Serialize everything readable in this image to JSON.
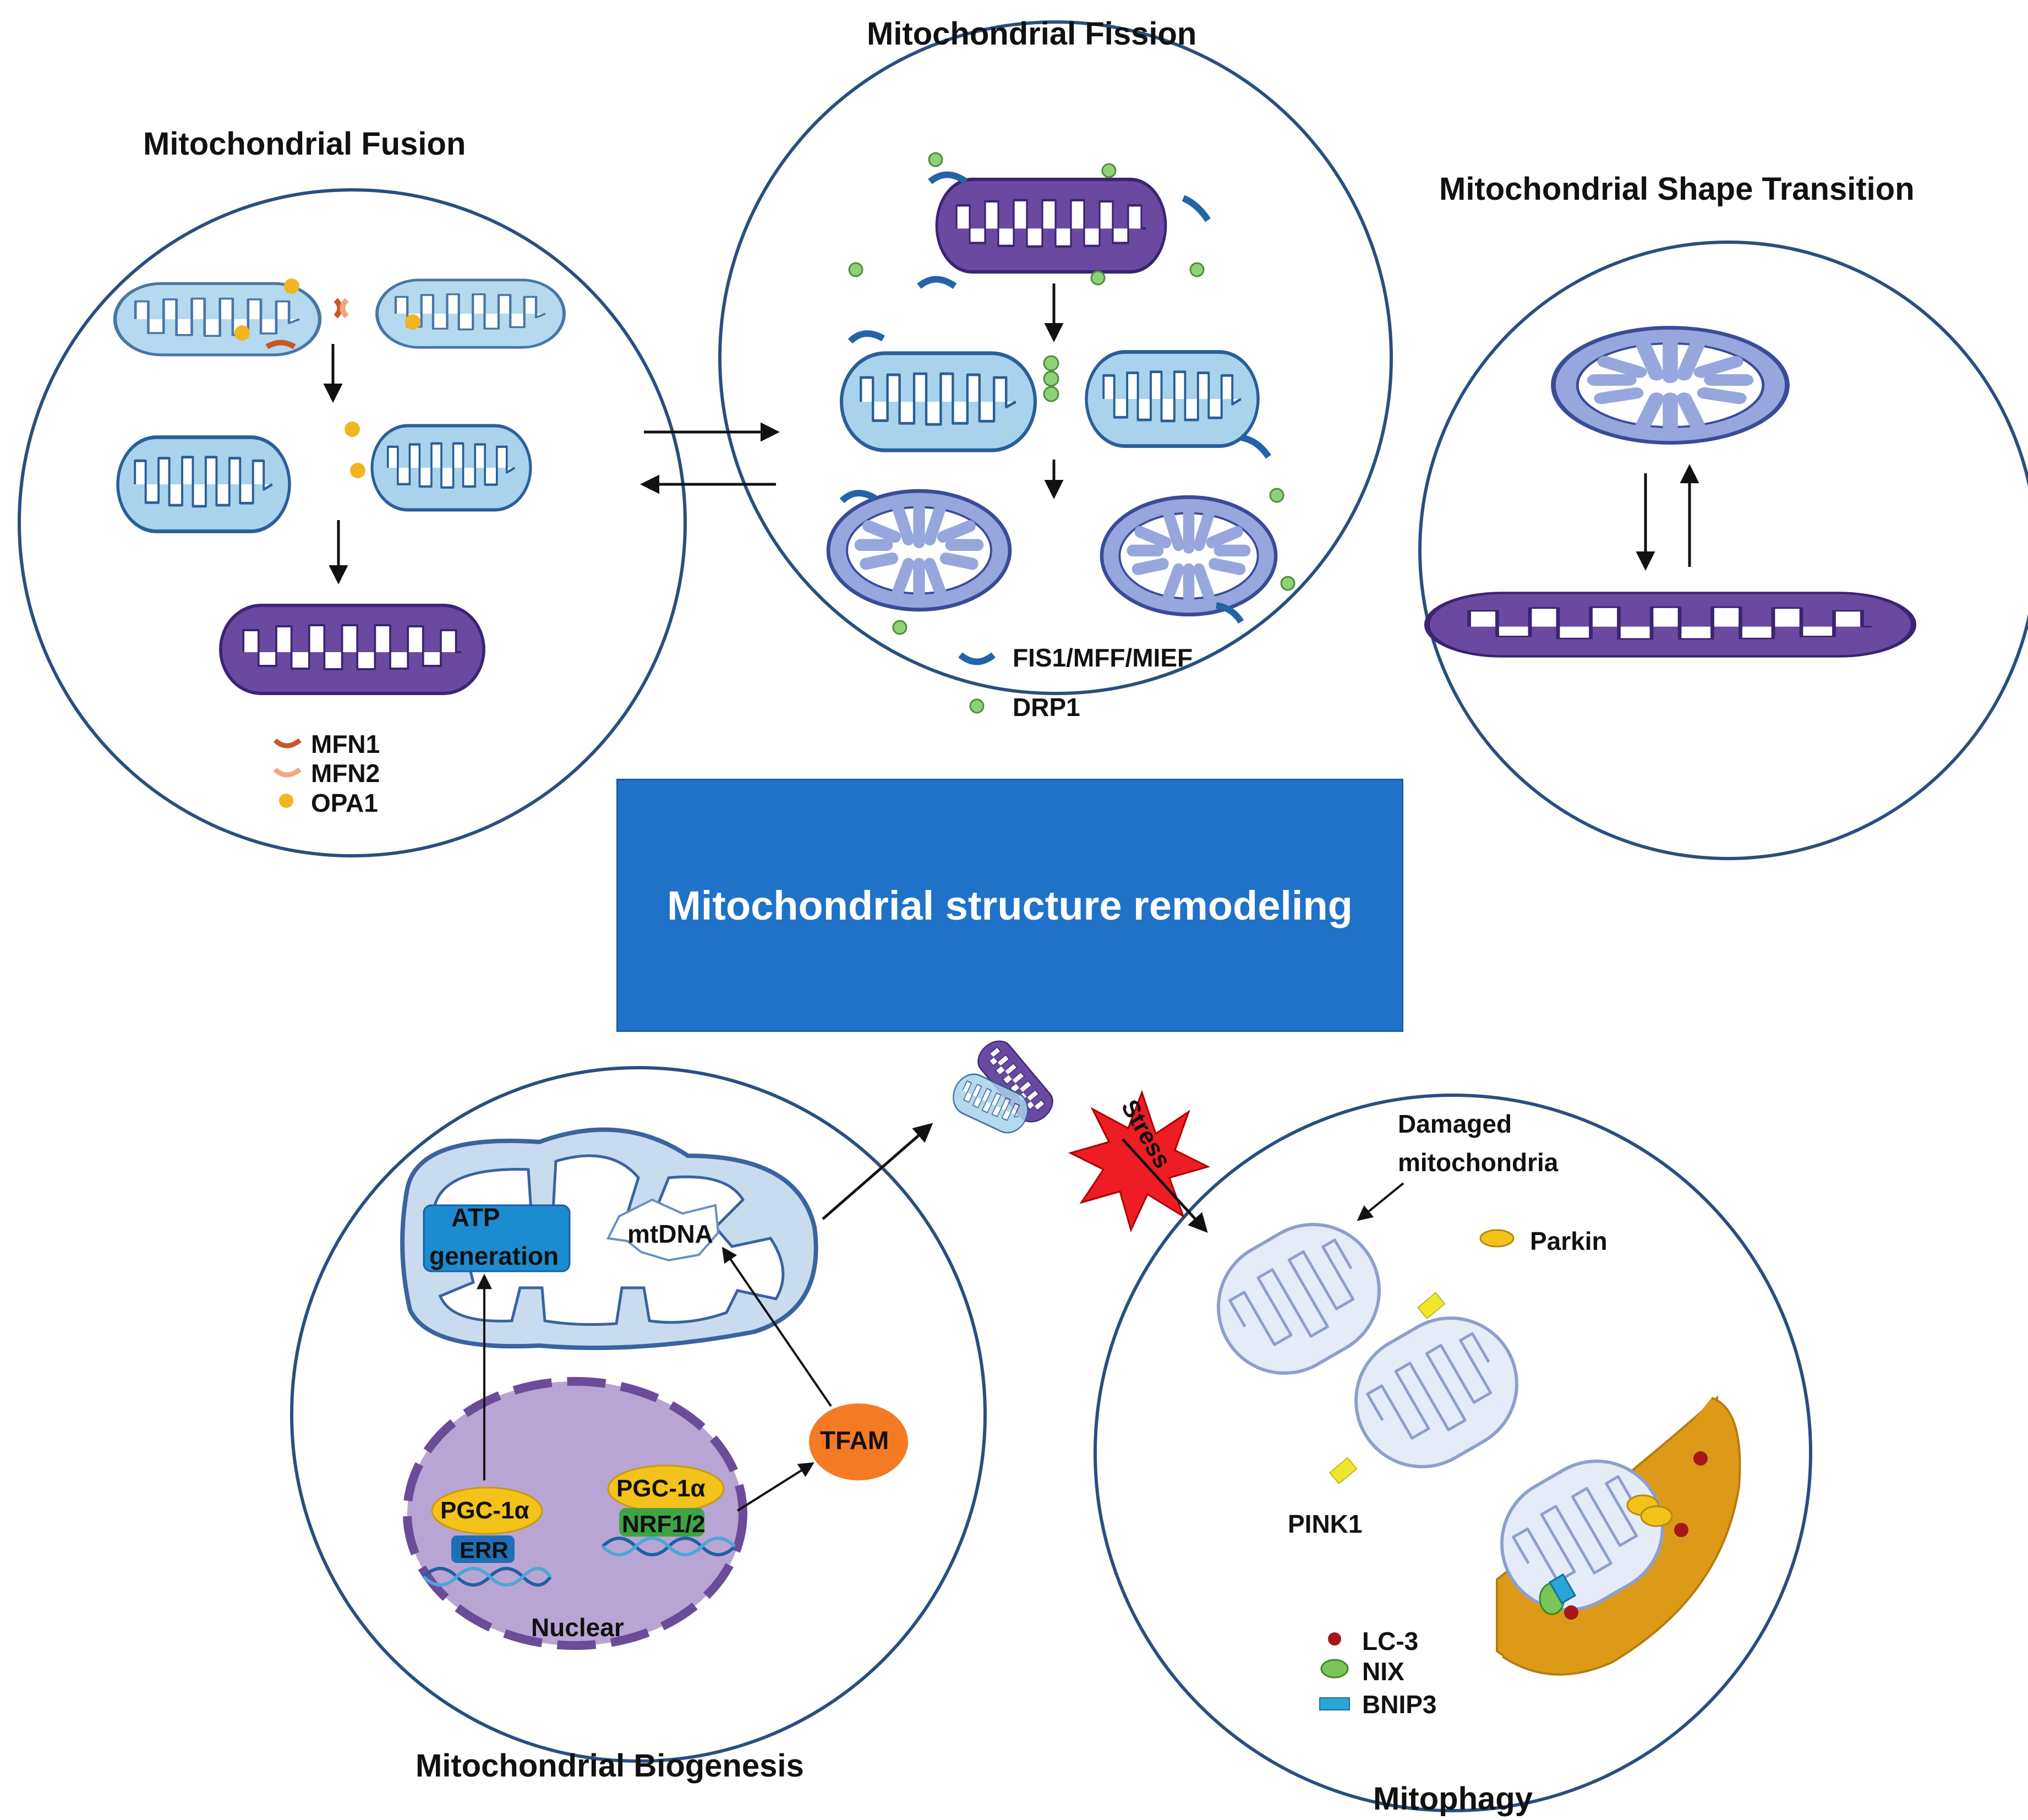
{
  "center": {
    "title": "Mitochondrial structure remodeling"
  },
  "panels": {
    "fusion": {
      "title": "Mitochondrial  Fusion",
      "legend": [
        "MFN1",
        "MFN2",
        "OPA1"
      ]
    },
    "fission": {
      "title": "Mitochondrial  Fission",
      "legend": [
        "FIS1/MFF/MIEF",
        "DRP1"
      ]
    },
    "shape": {
      "title": "Mitochondrial  Shape Transition"
    },
    "biogenesis": {
      "title": "Mitochondrial  Biogenesis",
      "labels": {
        "atp_line1": "ATP",
        "atp_line2": "generation",
        "mtdna": "mtDNA",
        "tfam": "TFAM",
        "pgc1": "PGC-1α",
        "err": "ERR",
        "pgc2": "PGC-1α",
        "nrf": "NRF1/2",
        "nuclear": "Nuclear"
      }
    },
    "mitophagy": {
      "title": "Mitophagy",
      "labels": {
        "damaged_line1": "Damaged",
        "damaged_line2": "mitochondria",
        "parkin": "Parkin",
        "pink1": "PINK1",
        "stress": "Stress"
      },
      "legend": [
        "LC-3",
        "NIX",
        "BNIP3"
      ]
    }
  },
  "colors": {
    "circle_stroke": "#2a4f7f",
    "center_box": "#1f72c8",
    "mito_blue_fill": "#a9d3ec",
    "mito_periwinkle_fill": "#97a6dc",
    "mito_purple_fill": "#6a4aa0",
    "mfn1": "#c8572a",
    "mfn2": "#f0a882",
    "opa1": "#f3b422",
    "drp1": "#8fd07a",
    "fis1": "#2463a8",
    "tfam": "#f57a24",
    "nucleus": "#b9a5d3",
    "phagophore": "#dc9a18",
    "lc3": "#a51818",
    "nix": "#7ac45a",
    "bnip3": "#29a6d8",
    "parkin": "#f3c21b",
    "pink1": "#f0e62c",
    "stress": "#ee1c24"
  }
}
